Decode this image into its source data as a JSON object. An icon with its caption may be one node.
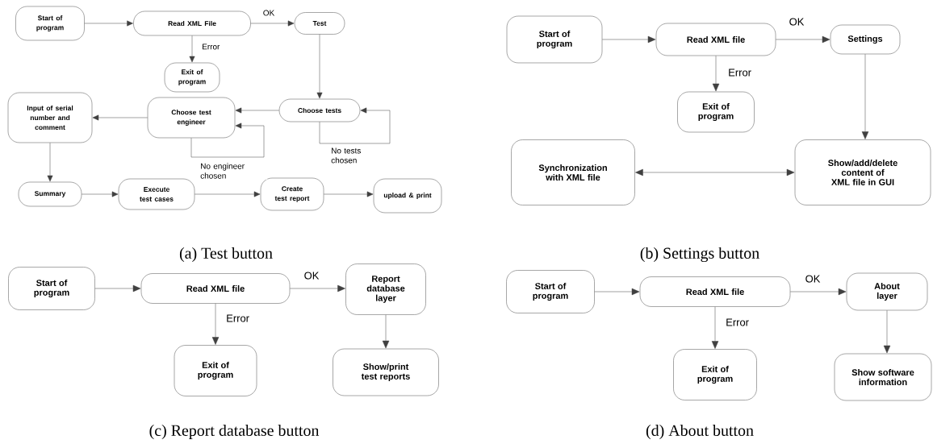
{
  "diagram": {
    "nodes": [
      {
        "text": [
          "Start of program"
        ]
      },
      {
        "text": [
          "Read XML File"
        ]
      },
      {
        "text": [
          "Test"
        ]
      },
      {
        "text": [
          "Exit of program"
        ]
      },
      {
        "text": [
          "Input of serial number and comment"
        ]
      },
      {
        "text": [
          "Choose test engineer"
        ]
      },
      {
        "text": [
          "Choose tests"
        ]
      },
      {
        "text": [
          "Summary"
        ]
      },
      {
        "text": [
          "Execute test cases"
        ]
      },
      {
        "text": [
          "Create test report"
        ]
      },
      {
        "text": [
          "upload & print"
        ]
      },
      {
        "text": [
          "Start of program"
        ]
      },
      {
        "text": [
          "Read XML file"
        ]
      },
      {
        "text": [
          "Settings"
        ]
      },
      {
        "text": [
          "Exit of program"
        ]
      },
      {
        "text": [
          "Synchronization with XML file"
        ]
      },
      {
        "text": [
          "Show/add/delete content of XML file in GUI"
        ]
      },
      {
        "text": [
          "Start of program"
        ]
      },
      {
        "text": [
          "Read XML file"
        ]
      },
      {
        "text": [
          "Report database layer"
        ]
      },
      {
        "text": [
          "Exit of program"
        ]
      },
      {
        "text": [
          "Show/print test reports"
        ]
      },
      {
        "text": [
          "Start of program"
        ]
      },
      {
        "text": [
          "Read XML file"
        ]
      },
      {
        "text": [
          "About layer"
        ]
      },
      {
        "text": [
          "Exit of program"
        ]
      },
      {
        "text": [
          "Show software information"
        ]
      }
    ],
    "edges": [
      {
        "from": 0,
        "to": 1,
        "arrow": "to"
      },
      {
        "from": 1,
        "to": 2,
        "arrow": "to",
        "label": "OK"
      },
      {
        "from": 1,
        "to": 3,
        "arrow": "to",
        "label": "Error"
      },
      {
        "from": 2,
        "to": 6,
        "arrow": "to"
      },
      {
        "from": 6,
        "to": 6,
        "arrow": "to",
        "label": "No tests chosen"
      },
      {
        "from": 6,
        "to": 5,
        "arrow": "to"
      },
      {
        "from": 5,
        "to": 5,
        "arrow": "to",
        "label": "No engineer chosen"
      },
      {
        "from": 5,
        "to": 4,
        "arrow": "to"
      },
      {
        "from": 4,
        "to": 7,
        "arrow": "to"
      },
      {
        "from": 7,
        "to": 8,
        "arrow": "to"
      },
      {
        "from": 8,
        "to": 9,
        "arrow": "to"
      },
      {
        "from": 9,
        "to": 10,
        "arrow": "to"
      },
      {
        "from": 11,
        "to": 12,
        "arrow": "to"
      },
      {
        "from": 12,
        "to": 13,
        "arrow": "to",
        "label": "OK"
      },
      {
        "from": 12,
        "to": 14,
        "arrow": "to",
        "label": "Error"
      },
      {
        "from": 13,
        "to": 16,
        "arrow": "to"
      },
      {
        "from": 15,
        "to": 16,
        "arrow": "both"
      },
      {
        "from": 17,
        "to": 18,
        "arrow": "to"
      },
      {
        "from": 18,
        "to": 19,
        "arrow": "to",
        "label": "OK"
      },
      {
        "from": 18,
        "to": 20,
        "arrow": "to",
        "label": "Error"
      },
      {
        "from": 19,
        "to": 21,
        "arrow": "to"
      },
      {
        "from": 22,
        "to": 23,
        "arrow": "to"
      },
      {
        "from": 23,
        "to": 24,
        "arrow": "to",
        "label": "OK"
      },
      {
        "from": 23,
        "to": 25,
        "arrow": "to",
        "label": "Error"
      },
      {
        "from": 24,
        "to": 26,
        "arrow": "to"
      }
    ],
    "labels": [
      "(a) Test button",
      "(b) Settings button",
      "(c) Report database button",
      "(d) About button"
    ]
  }
}
